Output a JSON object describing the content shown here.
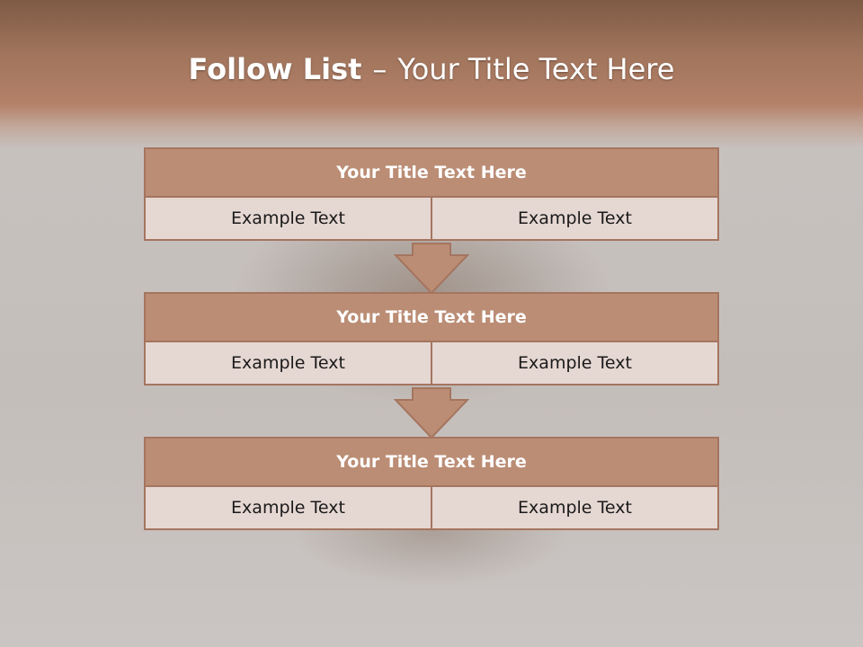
{
  "slide": {
    "title_lead": "Follow List",
    "title_dash": "–",
    "title_rest": "Your Title Text Here"
  },
  "blocks": [
    {
      "title": "Your Title Text Here",
      "left": "Example Text",
      "right": "Example Text"
    },
    {
      "title": "Your Title Text Here",
      "left": "Example Text",
      "right": "Example Text"
    },
    {
      "title": "Your Title Text Here",
      "left": "Example Text",
      "right": "Example Text"
    }
  ],
  "colors": {
    "header_band": "#a0745c",
    "block_title_fill": "#bb8d75",
    "block_border": "#a57560",
    "cell_fill": "#e5d7d2"
  },
  "icons": {
    "connector": "down-arrow-icon"
  }
}
